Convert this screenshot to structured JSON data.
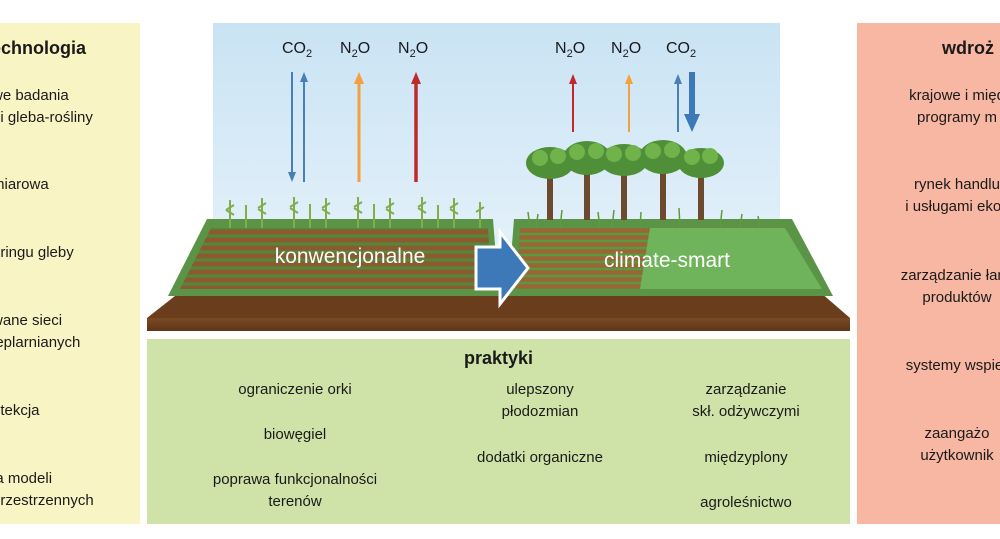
{
  "technology": {
    "title": "echnologia",
    "items": [
      "we badania",
      "ni gleba-rośliny",
      "miarowa",
      "oringu gleby",
      "wane sieci",
      "ieplarnianych",
      "etekcja",
      "ja modeli",
      "orzestrzennych"
    ]
  },
  "implementation": {
    "title": "wdroż",
    "items": [
      "krajowe  i międ",
      "programy m",
      "rynek handlu",
      "i usługami ekos",
      "zarządzanie łańc",
      "produktów",
      "systemy wspier",
      "zaangażo",
      "użytkownik"
    ]
  },
  "scene": {
    "conventional_label": "konwencjonalne",
    "climate_smart_label": "climate-smart",
    "gases_left": [
      {
        "base": "CO",
        "sub": "2"
      },
      {
        "base": "N",
        "sub": "2",
        "tail": "O"
      },
      {
        "base": "N",
        "sub": "2",
        "tail": "O"
      }
    ],
    "gases_right": [
      {
        "base": "N",
        "sub": "2",
        "tail": "O"
      },
      {
        "base": "N",
        "sub": "2",
        "tail": "O"
      },
      {
        "base": "CO",
        "sub": "2"
      }
    ],
    "colors": {
      "co2_arrow": "#4a7fb5",
      "n2o_orange": "#f5a03a",
      "n2o_red": "#c0282d",
      "transition_arrow": "#3d78b8"
    }
  },
  "practices": {
    "title": "praktyki",
    "col1": [
      "ograniczenie orki",
      "biowęgiel",
      "poprawa funkcjonalności",
      "terenów"
    ],
    "col2": [
      "ulepszony",
      "płodozmian",
      "dodatki organiczne"
    ],
    "col3": [
      "zarządzanie",
      "skł. odżywczymi",
      "międzyplony",
      "agroleśnictwo"
    ]
  }
}
